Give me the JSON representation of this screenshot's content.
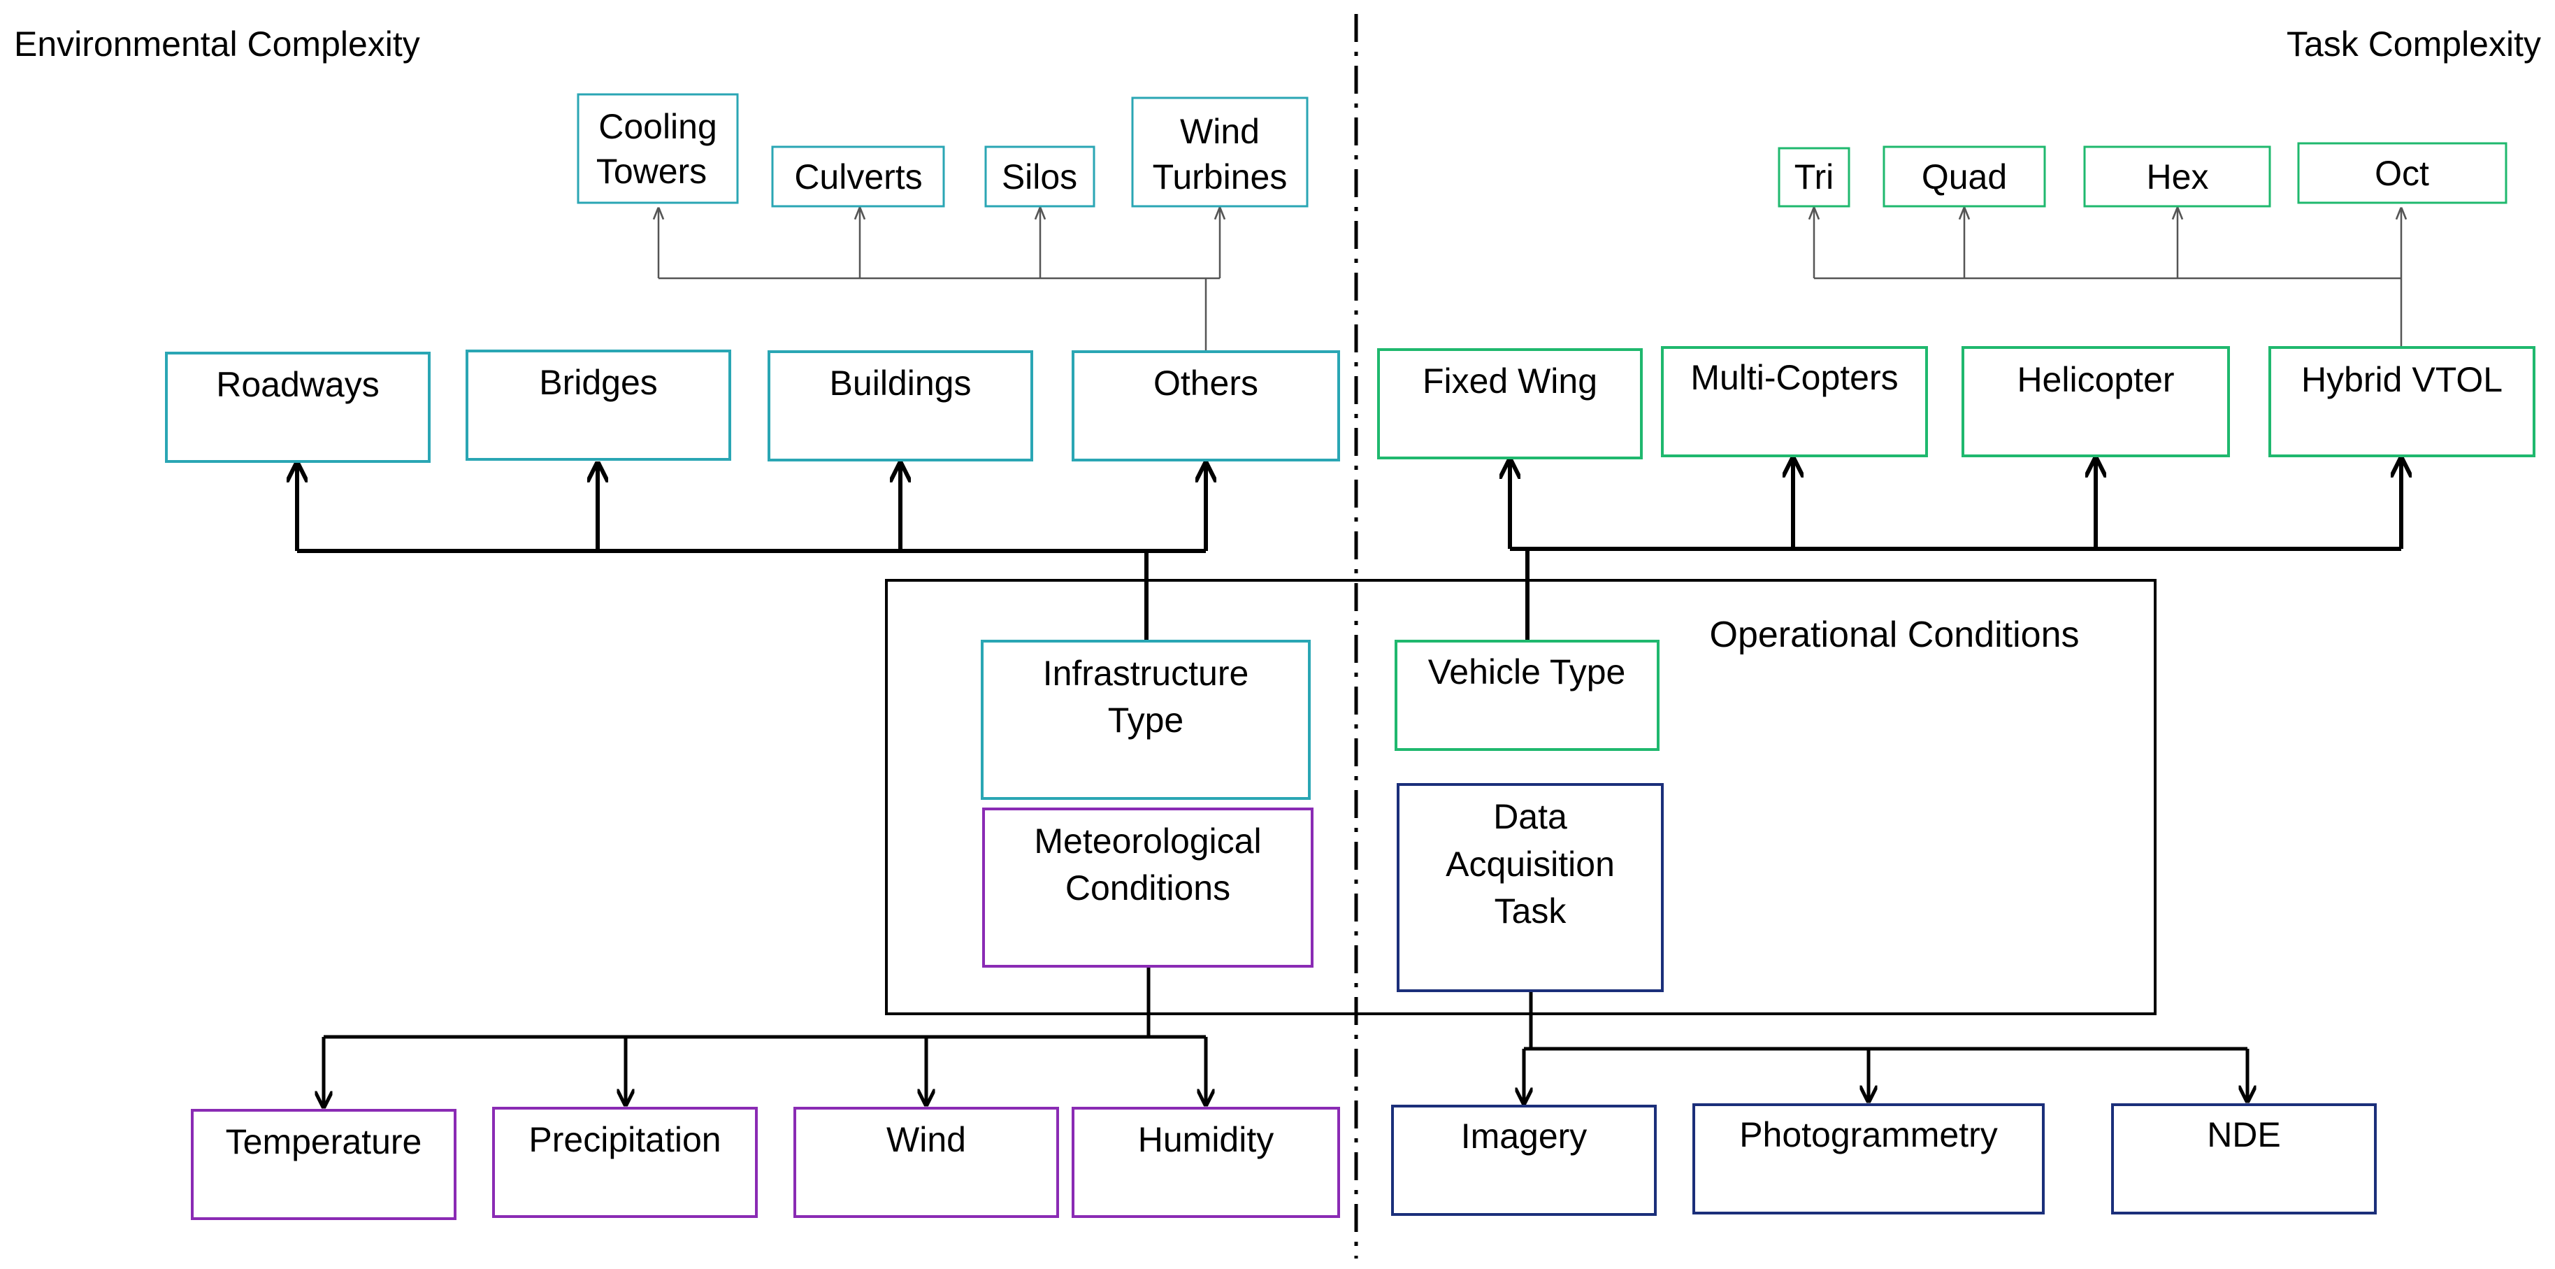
{
  "headers": {
    "left": "Environmental Complexity",
    "right": "Task Complexity",
    "center": "Operational Conditions"
  },
  "infra_subtypes": [
    {
      "lines": [
        "Cooling",
        "Towers"
      ]
    },
    {
      "lines": [
        "Culverts"
      ]
    },
    {
      "lines": [
        "Silos"
      ]
    },
    {
      "lines": [
        "Wind",
        "Turbines"
      ]
    }
  ],
  "multirotor_subtypes": [
    {
      "lines": [
        "Tri"
      ]
    },
    {
      "lines": [
        "Quad"
      ]
    },
    {
      "lines": [
        "Hex"
      ]
    },
    {
      "lines": [
        "Oct"
      ]
    }
  ],
  "infrastructure": [
    {
      "lines": [
        "Roadways"
      ]
    },
    {
      "lines": [
        "Bridges"
      ]
    },
    {
      "lines": [
        "Buildings"
      ]
    },
    {
      "lines": [
        "Others"
      ]
    }
  ],
  "vehicles": [
    {
      "lines": [
        "Fixed Wing"
      ]
    },
    {
      "lines": [
        "Multi-Copters"
      ]
    },
    {
      "lines": [
        "Helicopter"
      ]
    },
    {
      "lines": [
        "Hybrid VTOL"
      ]
    }
  ],
  "center_boxes": {
    "infrastructure_type": {
      "lines": [
        "Infrastructure",
        "Type"
      ]
    },
    "vehicle_type": {
      "lines": [
        "Vehicle Type"
      ]
    },
    "meteorological": {
      "lines": [
        "Meteorological",
        "Conditions"
      ]
    },
    "data_acquisition": {
      "lines": [
        "Data",
        "Acquisition",
        "Task"
      ]
    }
  },
  "weather": [
    {
      "lines": [
        "Temperature"
      ]
    },
    {
      "lines": [
        "Precipitation"
      ]
    },
    {
      "lines": [
        "Wind"
      ]
    },
    {
      "lines": [
        "Humidity"
      ]
    }
  ],
  "data_tasks": [
    {
      "lines": [
        "Imagery"
      ]
    },
    {
      "lines": [
        "Photogrammetry"
      ]
    },
    {
      "lines": [
        "NDE"
      ]
    }
  ],
  "colors": {
    "infrastructure": "#2aa6b4",
    "vehicle": "#1fb86e",
    "meteorological": "#8a2bb4",
    "data_task": "#1b2f7a",
    "connector": "#000000"
  }
}
